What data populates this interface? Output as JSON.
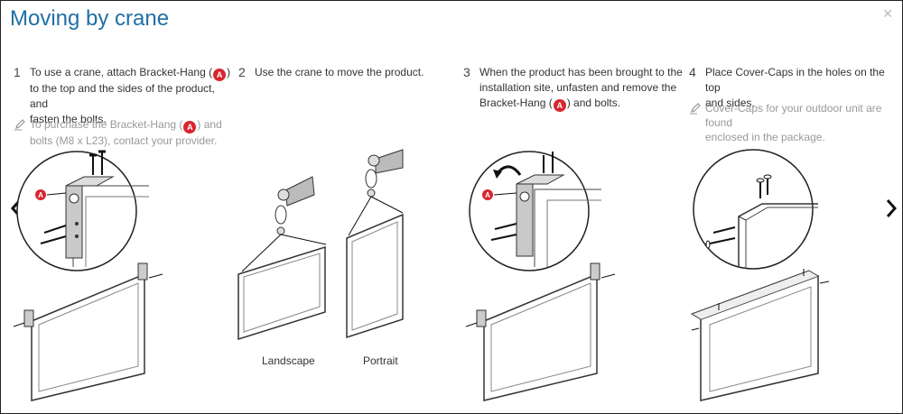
{
  "page": {
    "title": "Moving by crane"
  },
  "steps": [
    {
      "number": "1",
      "lines": [
        "To use a crane, attach Bracket-Hang (",
        ")",
        "to the top and the sides of the product, and",
        "fasten the bolts."
      ],
      "note": [
        "To purchase the Bracket-Hang (",
        ") and",
        "bolts (M8 x L23), contact your provider."
      ]
    },
    {
      "number": "2",
      "lines": [
        "Use the crane to move the product."
      ]
    },
    {
      "number": "3",
      "lines": [
        "When the product has been brought to the",
        "installation site, unfasten and remove the",
        "Bracket-Hang (",
        ") and bolts."
      ]
    },
    {
      "number": "4",
      "lines": [
        "Place Cover-Caps in the holes on the top",
        "and sides."
      ],
      "note": [
        "Cover-Caps for your outdoor unit are found",
        "enclosed in the package."
      ]
    }
  ],
  "badge": {
    "letter": "A",
    "color": "#d8262d"
  },
  "captions": {
    "landscape": "Landscape",
    "portrait": "Portrait"
  },
  "colors": {
    "title": "#1f6fa6",
    "note": "#999999",
    "text": "#333333"
  },
  "icons": {
    "prev": "chevron-left-icon",
    "next": "chevron-right-icon",
    "close": "close-icon",
    "note": "pencil-icon"
  }
}
